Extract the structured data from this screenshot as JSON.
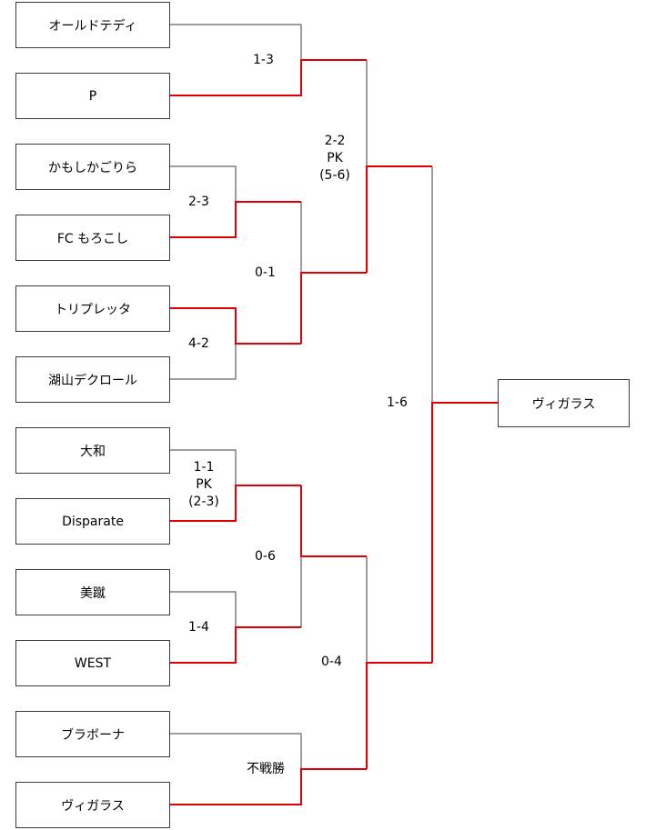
{
  "teams": [
    "オールドテディ",
    "P",
    "かもしかごりら",
    "FC もろこし",
    "トリプレッタ",
    "湖山デクロール",
    "大和",
    "Disparate",
    "美蹴",
    "WEST",
    "ブラボーナ",
    "ヴィガラス"
  ],
  "winner": "ヴィガラス",
  "scores": {
    "r1_m1": "1-3",
    "r1_m2": "2-3",
    "r1_m3": "4-2",
    "r1_m4": [
      "1-1",
      "PK",
      "(2-3)"
    ],
    "r1_m5": "1-4",
    "r1_m6": "不戦勝",
    "r2_m1": "0-1",
    "r2_m2": "0-6",
    "sf_top": [
      "2-2",
      "PK",
      "(5-6)"
    ],
    "sf_bottom": "0-4",
    "final": "1-6"
  },
  "colors": {
    "line": "#3c3c3c",
    "winner_path": "#e00000"
  }
}
